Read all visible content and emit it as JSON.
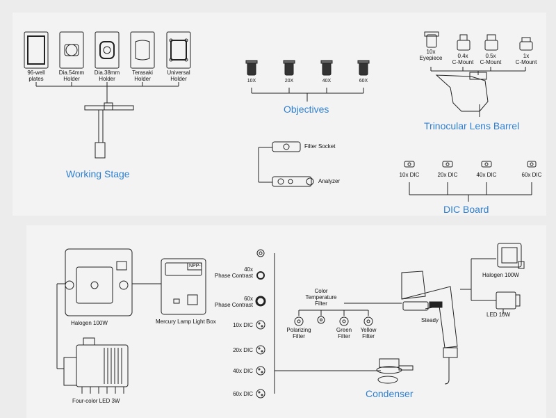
{
  "titles": {
    "working_stage": "Working Stage",
    "objectives": "Objectives",
    "trinocular": "Trinocular Lens Barrel",
    "dic_board": "DIC Board",
    "condenser": "Condenser"
  },
  "holders": [
    "96-well\nplates",
    "Dia.54mm\nHolder",
    "Dia.38mm\nHolder",
    "Terasaki\nHolder",
    "Universal\nHolder"
  ],
  "objectives": [
    "10X",
    "20X",
    "40X",
    "60X"
  ],
  "trinocular_parts": [
    "10x\nEyepiece",
    "0.4x\nC-Mount",
    "0.5x\nC-Mount",
    "1x\nC-Mount"
  ],
  "filters": {
    "socket": "Filter Socket",
    "analyzer": "Analyzer"
  },
  "dic": [
    "10x DIC",
    "20x DIC",
    "40x DIC",
    "60x DIC"
  ],
  "bottom": {
    "halogen_left": "Halogen 100W",
    "mercury_box": "Mercury Lamp Light Box",
    "four_color": "Four-color LED 3W",
    "box_badge": "NPP-I",
    "slider_items": [
      "40x\nPhase Contrast",
      "60x\nPhase Contrast",
      "10x DIC",
      "20x DIC",
      "40x DIC",
      "60x DIC"
    ],
    "color_temp": "Color\nTemperature\nFilter",
    "color_filters": [
      "Polarizing\nFilter",
      "Green\nFilter",
      "Yellow\nFilter"
    ],
    "steady": "Steady",
    "halogen_right": "Halogen 100W",
    "led_right": "LED 10W"
  }
}
